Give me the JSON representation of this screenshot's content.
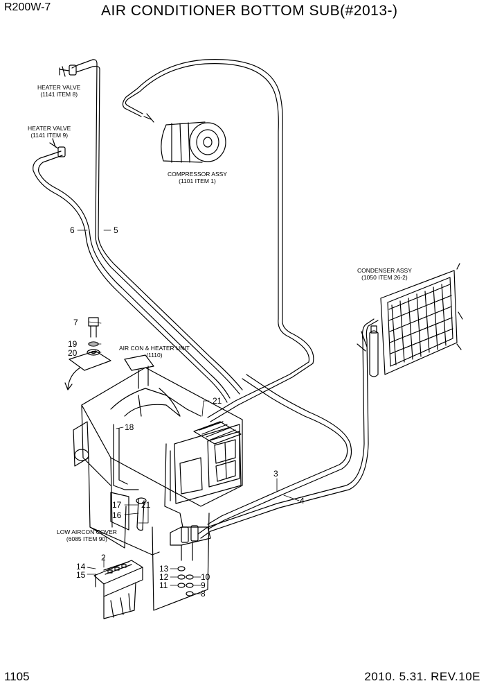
{
  "header": {
    "model": "R200W-7",
    "title": "AIR CONDITIONER BOTTOM SUB(#2013-)"
  },
  "footer": {
    "page": "1105",
    "date_rev": "2010. 5.31.  REV.10E"
  },
  "labels": {
    "heater_valve_1": {
      "name": "HEATER VALVE",
      "ref": "(1141 ITEM 8)"
    },
    "heater_valve_2": {
      "name": "HEATER VALVE",
      "ref": "(1141 ITEM 9)"
    },
    "compressor": {
      "name": "COMPRESSOR ASSY",
      "ref": "(1101 ITEM 1)"
    },
    "condenser": {
      "name": "CONDENSER ASSY",
      "ref": "(1050 ITEM 26-2)"
    },
    "aircon_heater": {
      "name": "AIR CON & HEATER UNIT",
      "ref": "(1110)"
    },
    "low_cover": {
      "name": "LOW AIRCON COVER",
      "ref": "(6085 ITEM 90)"
    }
  },
  "callouts": {
    "n2": "2",
    "n3": "3",
    "n4": "4",
    "n5": "5",
    "n6": "6",
    "n7": "7",
    "n8": "8",
    "n9": "9",
    "n10": "10",
    "n11": "11",
    "n12": "12",
    "n13": "13",
    "n14": "14",
    "n15": "15",
    "n16": "16",
    "n17": "17",
    "n18": "18",
    "n19": "19",
    "n20": "20",
    "n21a": "21",
    "n21b": "21"
  }
}
